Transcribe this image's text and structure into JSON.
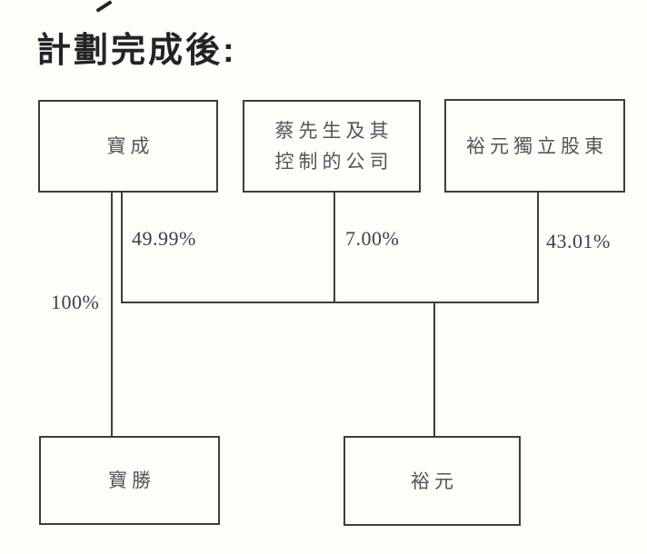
{
  "title": "計劃完成後:",
  "nodes": {
    "pou_chen": {
      "label": "寶成"
    },
    "tsai_companies": {
      "line1": "蔡先生及其",
      "line2": "控制的公司"
    },
    "yue_yuen_independent": {
      "label": "裕元獨立股東"
    },
    "pou_sheng": {
      "label": "寶勝"
    },
    "yue_yuen": {
      "label": "裕元"
    }
  },
  "percentages": {
    "pou_chen_in_yue_yuen": "49.99%",
    "tsai_in_yue_yuen": "7.00%",
    "independent_in_yue_yuen": "43.01%",
    "pou_chen_in_pou_sheng": "100%"
  },
  "colors": {
    "background": "#fffdf8",
    "line": "#3d3d3d",
    "box_text": "#54555c",
    "percent_text": "#3a3f50",
    "title_text": "#232327"
  }
}
